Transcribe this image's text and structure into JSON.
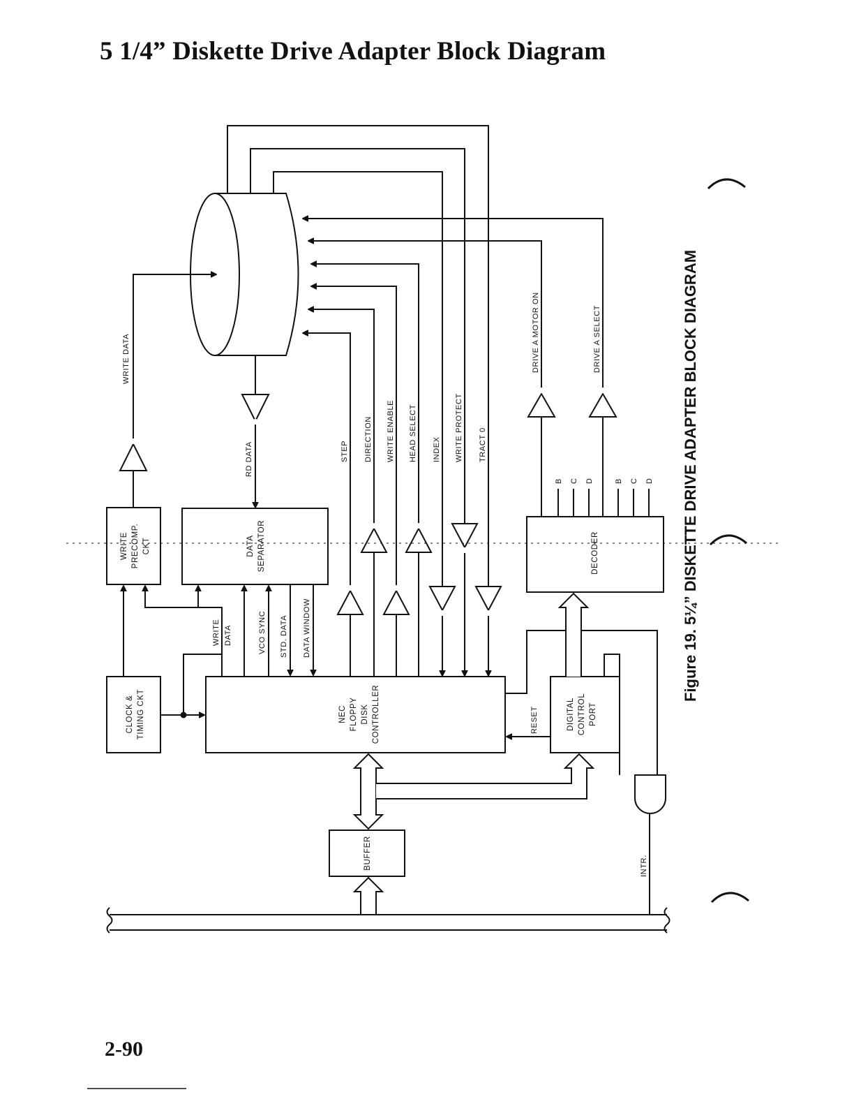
{
  "page": {
    "title": "5 1/4” Diskette Drive Adapter Block Diagram",
    "number": "2-90"
  },
  "figure": {
    "caption": "Figure 19.  5¼” DISKETTE DRIVE ADAPTER BLOCK DIAGRAM"
  },
  "blocks": {
    "write_precomp": [
      "WRITE",
      "PRECOMP.",
      "CKT"
    ],
    "data_separator": [
      "DATA",
      "SEPARATOR"
    ],
    "clock_timing": [
      "CLOCK &",
      "TIMING CKT"
    ],
    "controller": [
      "NEC",
      "FLOPPY",
      "DISK",
      "CONTROLLER"
    ],
    "decoder": "DECODER",
    "digital_control_port": [
      "DIGITAL",
      "CONTROL",
      "PORT"
    ],
    "buffer": "BUFFER"
  },
  "signals": {
    "write_data_top": "WRITE DATA",
    "rd_data": "RD DATA",
    "step": "STEP",
    "direction": "DIRECTION",
    "write_enable": "WRITE ENABLE",
    "head_select": "HEAD SELECT",
    "index": "INDEX",
    "write_protect": "WRITE PROTECT",
    "track_0": "TRACT 0",
    "drive_a_motor_on": "DRIVE A MOTOR ON",
    "drive_a_select": "DRIVE A SELECT",
    "write_data_lower": [
      "WRITE",
      "DATA"
    ],
    "vco_sync": "VCO SYNC",
    "std_data": "STD. DATA",
    "data_window": "DATA WINDOW",
    "reset": "RESET",
    "intr": "INTR.",
    "decoder_outputs": [
      "B",
      "C",
      "D",
      "B",
      "C",
      "D"
    ]
  }
}
